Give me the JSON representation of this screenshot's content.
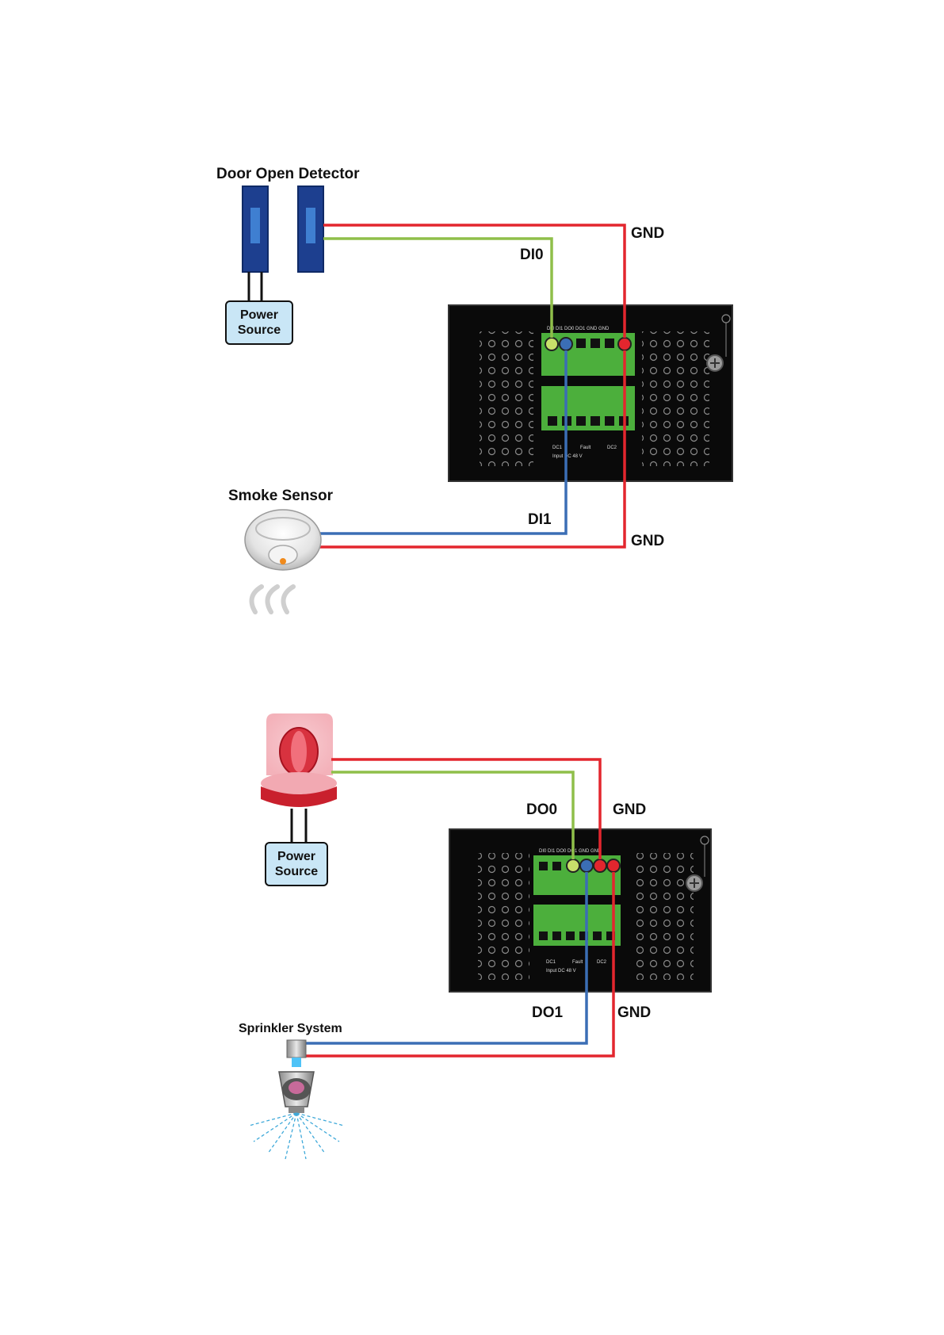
{
  "diagrams": [
    {
      "id": "digital-input",
      "device_labels": {
        "door_detector": "Door Open Detector",
        "smoke_sensor": "Smoke Sensor",
        "power_source_line1": "Power",
        "power_source_line2": "Source"
      },
      "wire_labels": {
        "gnd_top": "GND",
        "di0": "DI0",
        "di1": "DI1",
        "gnd_bottom": "GND"
      },
      "terminal_labels": "DI0 DI1 DO0 DO1 GND GND",
      "bottom_terminal_labels": {
        "dc1": "DC1",
        "fault": "Fault",
        "dc2": "DC2",
        "input": "Input DC 48 V"
      }
    },
    {
      "id": "digital-output",
      "device_labels": {
        "sprinkler": "Sprinkler System",
        "power_source_line1": "Power",
        "power_source_line2": "Source"
      },
      "wire_labels": {
        "do0": "DO0",
        "gnd_top": "GND",
        "do1": "DO1",
        "gnd_bottom": "GND"
      },
      "terminal_labels": "DI0 DI1 DO0 DO1 GND GND",
      "bottom_terminal_labels": {
        "dc1": "DC1",
        "fault": "Fault",
        "dc2": "DC2",
        "input": "Input DC 48 V"
      }
    }
  ],
  "colors": {
    "wire_red": "#e3262e",
    "wire_green": "#8fbf4a",
    "wire_blue": "#3b6eb5",
    "device_black": "#0a0a0a",
    "terminal_green": "#4caf3c",
    "power_box_fill": "#c9e6f6",
    "detector_blue": "#1d3f8f"
  },
  "icons": [
    "door-detector-icon",
    "smoke-sensor-icon",
    "alarm-light-icon",
    "sprinkler-icon",
    "power-source-icon",
    "ground-screw-icon"
  ]
}
